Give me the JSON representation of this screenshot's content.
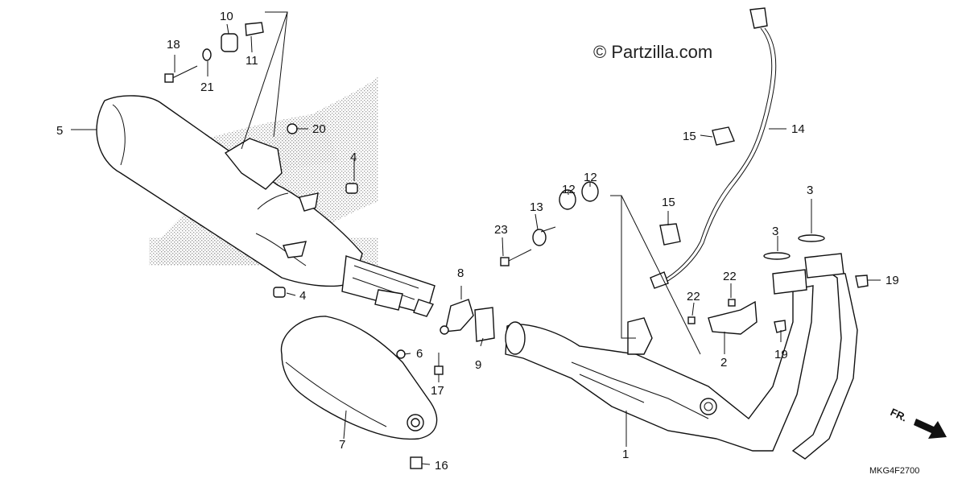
{
  "watermark": "© Partzilla.com",
  "diagram_code": "MKG4F2700",
  "front_indicator": "FR.",
  "part_labels": {
    "p1": "1",
    "p2": "2",
    "p3a": "3",
    "p3b": "3",
    "p4a": "4",
    "p4b": "4",
    "p5": "5",
    "p6": "6",
    "p7": "7",
    "p8": "8",
    "p9": "9",
    "p10": "10",
    "p11": "11",
    "p12a": "12",
    "p12b": "12",
    "p13": "13",
    "p14": "14",
    "p15a": "15",
    "p15b": "15",
    "p16": "16",
    "p17": "17",
    "p18": "18",
    "p19a": "19",
    "p19b": "19",
    "p20": "20",
    "p21": "21",
    "p22a": "22",
    "p22b": "22",
    "p23": "23"
  },
  "colors": {
    "line": "#111111",
    "background": "#ffffff",
    "stipple": "#8a8a8a"
  }
}
